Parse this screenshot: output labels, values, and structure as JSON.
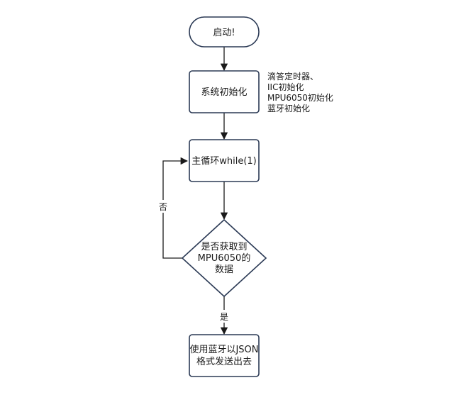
{
  "nodes": {
    "start": {
      "lines": [
        "启动!"
      ]
    },
    "init": {
      "lines": [
        "系统初始化"
      ]
    },
    "loop": {
      "lines": [
        "主循环while(1)"
      ]
    },
    "decision": {
      "lines": [
        "是否获取到",
        "MPU6050的",
        "数据"
      ]
    },
    "send": {
      "lines": [
        "使用蓝牙以JSON",
        "格式发送出去"
      ]
    }
  },
  "note": {
    "lines": [
      "滴答定时器、",
      "IIC初始化",
      "MPU6050初始化",
      "蓝牙初始化"
    ]
  },
  "edge_labels": {
    "no": "否",
    "yes": "是"
  },
  "colors": {
    "stroke": "#2b3a55",
    "text": "#1a1a1a",
    "background": "#ffffff"
  }
}
